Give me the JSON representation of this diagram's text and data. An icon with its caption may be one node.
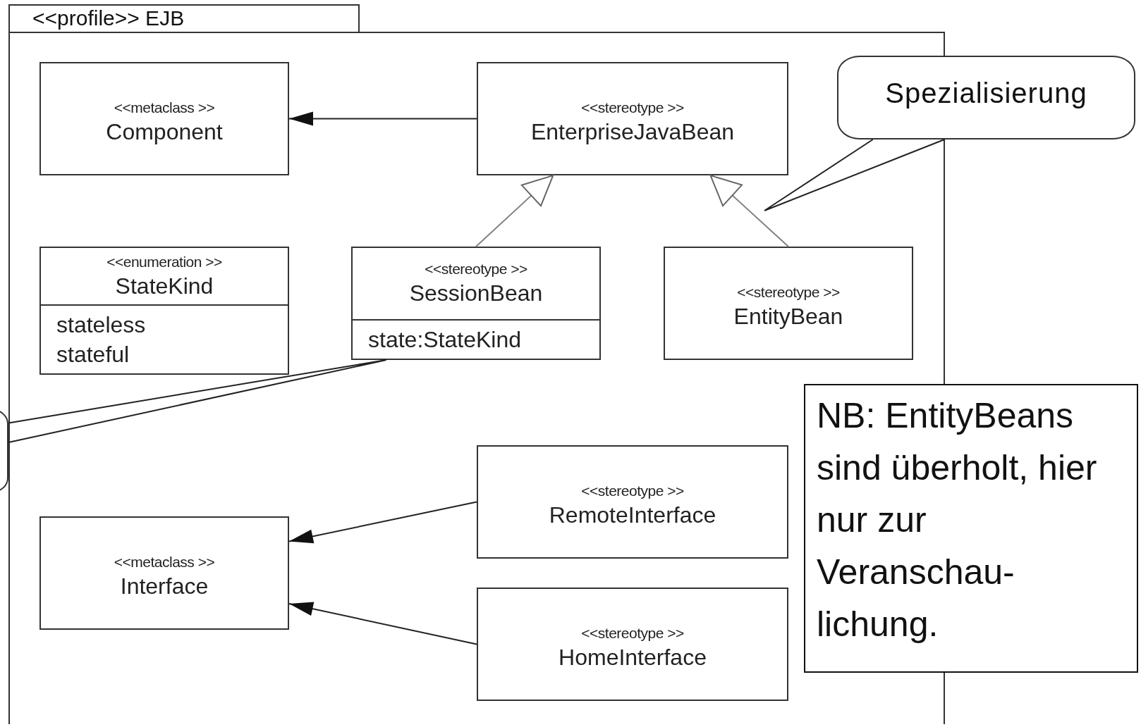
{
  "diagram": {
    "nodes": [
      {
        "text": [
          "<<profile>> EJB"
        ]
      },
      {
        "text": [
          "<<metaclass >>",
          "Component"
        ],
        "in": 0
      },
      {
        "text": [
          "<<stereotype >>",
          "EnterpriseJavaBean"
        ],
        "in": 0
      },
      {
        "text": [
          "Spezialisierung"
        ]
      },
      {
        "text": [
          "<<enumeration >>",
          "StateKind",
          "stateless",
          "stateful"
        ],
        "in": 0
      },
      {
        "text": [
          "<<stereotype >>",
          "SessionBean",
          "state:StateKind"
        ],
        "in": 0
      },
      {
        "text": [
          "<<stereotype >>",
          "EntityBean"
        ],
        "in": 0
      },
      {
        "text": [],
        "shape": "callout"
      },
      {
        "text": [
          "<<metaclass >>",
          "Interface"
        ],
        "in": 0
      },
      {
        "text": [
          "<<stereotype >>",
          "RemoteInterface"
        ],
        "in": 0
      },
      {
        "text": [
          "<<stereotype >>",
          "HomeInterface"
        ],
        "in": 0
      },
      {
        "text": [
          "NB: EntityBeans sind überholt, hier nur zur Veranschau- lichung."
        ]
      }
    ],
    "edges": [
      {
        "from": 2,
        "to": 1,
        "arrow": "to"
      },
      {
        "from": 5,
        "to": 2,
        "arrow": "to",
        "color": "#808080"
      },
      {
        "from": 6,
        "to": 2,
        "arrow": "to",
        "color": "#808080"
      },
      {
        "from": 9,
        "to": 8,
        "arrow": "to"
      },
      {
        "from": 10,
        "to": 8,
        "arrow": "to"
      },
      {
        "from": 3,
        "to": null,
        "arrow": "none"
      },
      {
        "from": 7,
        "to": 5,
        "arrow": "none"
      }
    ]
  }
}
